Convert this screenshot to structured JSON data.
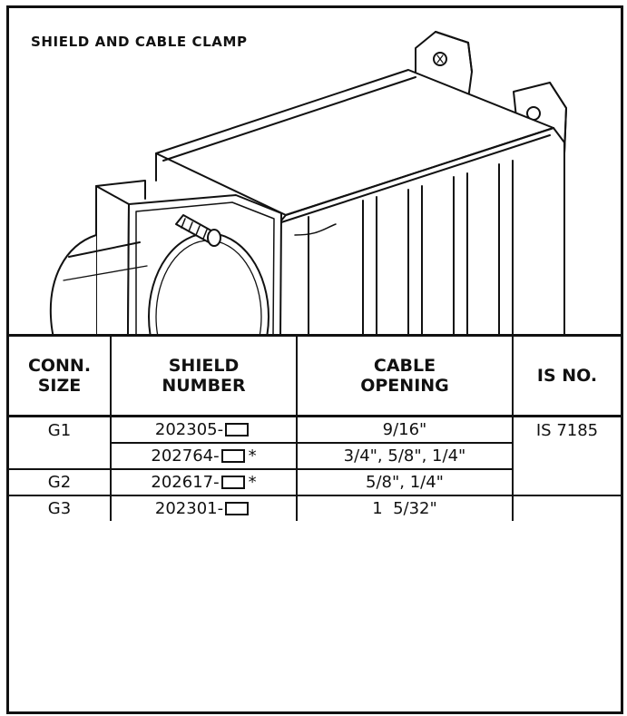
{
  "title": "SHIELD AND CABLE CLAMP",
  "table": {
    "headers": [
      [
        "CONN.",
        "SIZE"
      ],
      [
        "SHIELD",
        "NUMBER"
      ],
      [
        "CABLE",
        "OPENING"
      ],
      [
        "IS NO."
      ]
    ],
    "rows": [
      {
        "size": "G1",
        "shield": "202305-",
        "mark": "",
        "opening": "9/16\"",
        "is_no": "IS 7185"
      },
      {
        "size": "",
        "shield": "202764-",
        "mark": "*",
        "opening": "3/4\", 5/8\", 1/4\"",
        "is_no": ""
      },
      {
        "size": "G2",
        "shield": "202617-",
        "mark": "*",
        "opening": "5/8\", 1/4\"",
        "is_no": ""
      },
      {
        "size": "G3",
        "shield": "202301-",
        "mark": "",
        "opening": "1  5/32\"",
        "is_no": ""
      }
    ]
  }
}
